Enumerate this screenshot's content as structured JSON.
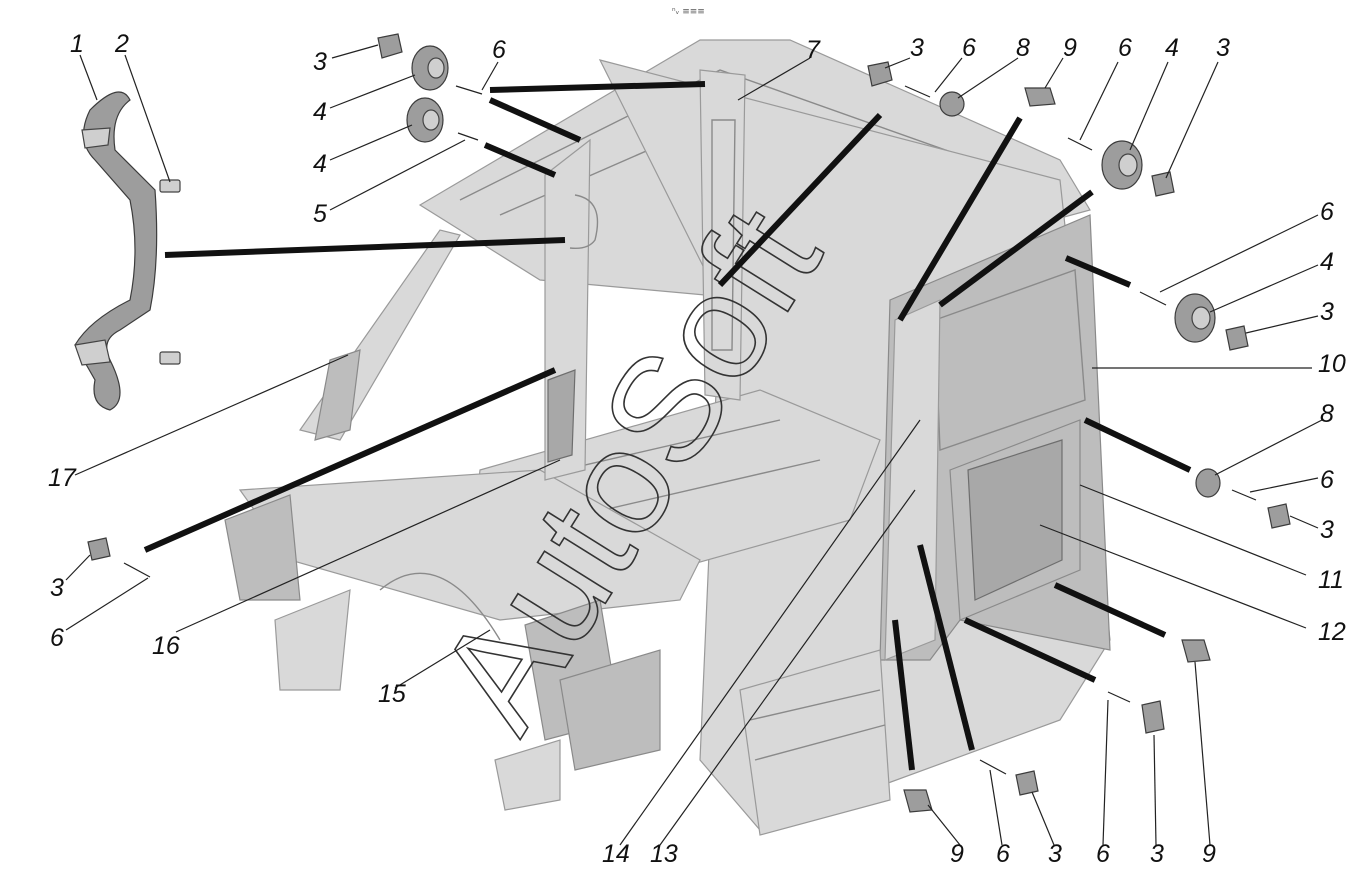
{
  "diagram": {
    "top_mark": "ⁿᵥ ≡≡≡",
    "watermark": "AutoSoft",
    "callouts": [
      {
        "id": "c1a",
        "label": "1"
      },
      {
        "id": "c2a",
        "label": "2"
      },
      {
        "id": "c3a",
        "label": "3"
      },
      {
        "id": "c4a",
        "label": "4"
      },
      {
        "id": "c6a",
        "label": "6"
      },
      {
        "id": "c7a",
        "label": "7"
      },
      {
        "id": "c4b",
        "label": "4"
      },
      {
        "id": "c5a",
        "label": "5"
      },
      {
        "id": "c3b",
        "label": "3"
      },
      {
        "id": "c6b",
        "label": "6"
      },
      {
        "id": "c8a",
        "label": "8"
      },
      {
        "id": "c9a",
        "label": "9"
      },
      {
        "id": "c6c",
        "label": "6"
      },
      {
        "id": "c4c",
        "label": "4"
      },
      {
        "id": "c3c",
        "label": "3"
      },
      {
        "id": "c6d",
        "label": "6"
      },
      {
        "id": "c4d",
        "label": "4"
      },
      {
        "id": "c3d",
        "label": "3"
      },
      {
        "id": "c10a",
        "label": "10"
      },
      {
        "id": "c8b",
        "label": "8"
      },
      {
        "id": "c6e",
        "label": "6"
      },
      {
        "id": "c3e",
        "label": "3"
      },
      {
        "id": "c11a",
        "label": "11"
      },
      {
        "id": "c12a",
        "label": "12"
      },
      {
        "id": "c17a",
        "label": "17"
      },
      {
        "id": "c3f",
        "label": "3"
      },
      {
        "id": "c6f",
        "label": "6"
      },
      {
        "id": "c16a",
        "label": "16"
      },
      {
        "id": "c15a",
        "label": "15"
      },
      {
        "id": "c14a",
        "label": "14"
      },
      {
        "id": "c13a",
        "label": "13"
      },
      {
        "id": "c9b",
        "label": "9"
      },
      {
        "id": "c6g",
        "label": "6"
      },
      {
        "id": "c3g",
        "label": "3"
      },
      {
        "id": "c6h",
        "label": "6"
      },
      {
        "id": "c3h",
        "label": "3"
      },
      {
        "id": "c9c",
        "label": "9"
      }
    ]
  }
}
